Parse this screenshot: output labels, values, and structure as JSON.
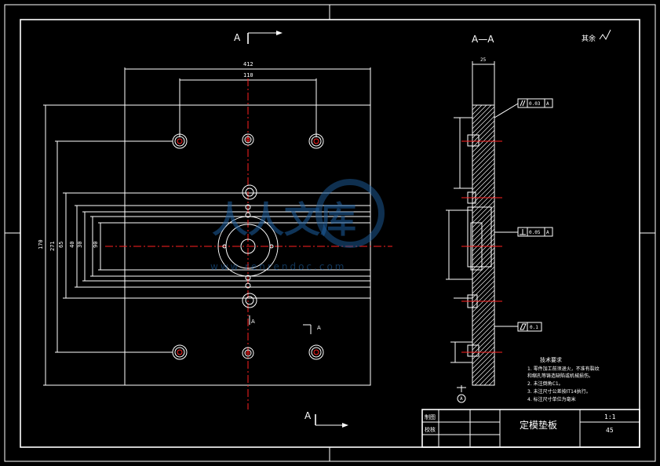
{
  "views": {
    "section_mark": "A",
    "section_title": "A—A",
    "surface_note": "其余"
  },
  "dims": {
    "top_outer": "412",
    "top_inner": "110",
    "left_outer": "170",
    "left_2": "271",
    "left_3": "65",
    "left_4": "40",
    "left_5": "30",
    "left_6": "90",
    "thickness": "25"
  },
  "tolerances": {
    "parallel": "0.03",
    "perpendicular": "0.05",
    "flatness": "0.1",
    "datum": "A"
  },
  "tech_requirements": {
    "title": "技术要求",
    "items": [
      "1. 零件加工前须退火，不准有裂纹",
      "   和缩孔等铸造缺陷或机械损伤。",
      "2. 未注倒角C1。",
      "3. 未注尺寸公差按IT14执行。",
      "4. 标注尺寸单位为毫米"
    ]
  },
  "title_block": {
    "drawn_label": "制图",
    "checked_label": "校核",
    "part_name": "定模垫板",
    "scale": "1:1",
    "material": "45"
  },
  "watermark": {
    "text": "人人文库",
    "url": "www.renrendoc.com"
  }
}
